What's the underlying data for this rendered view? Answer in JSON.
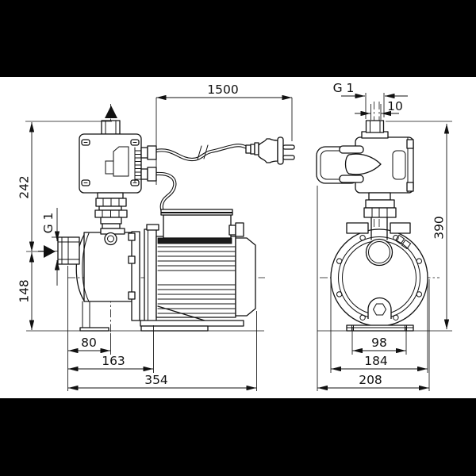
{
  "colors": {
    "line": "#111111",
    "paper": "#ffffff",
    "matte": "#000000"
  },
  "side_view": {
    "dim_cable_length": "1500",
    "dim_height_to_inlet": "242",
    "dim_inlet_thread": "G 1",
    "dim_inlet_height": "148",
    "dim_inlet_to_plug_axis": "80",
    "dim_inlet_to_foot": "163",
    "dim_total_length": "354"
  },
  "front_view": {
    "dim_outlet_thread": "G 1",
    "dim_outlet_offset": "10",
    "dim_total_height": "390",
    "dim_foot_hole_spacing": "98",
    "dim_housing_width": "184",
    "dim_total_width": "208"
  }
}
